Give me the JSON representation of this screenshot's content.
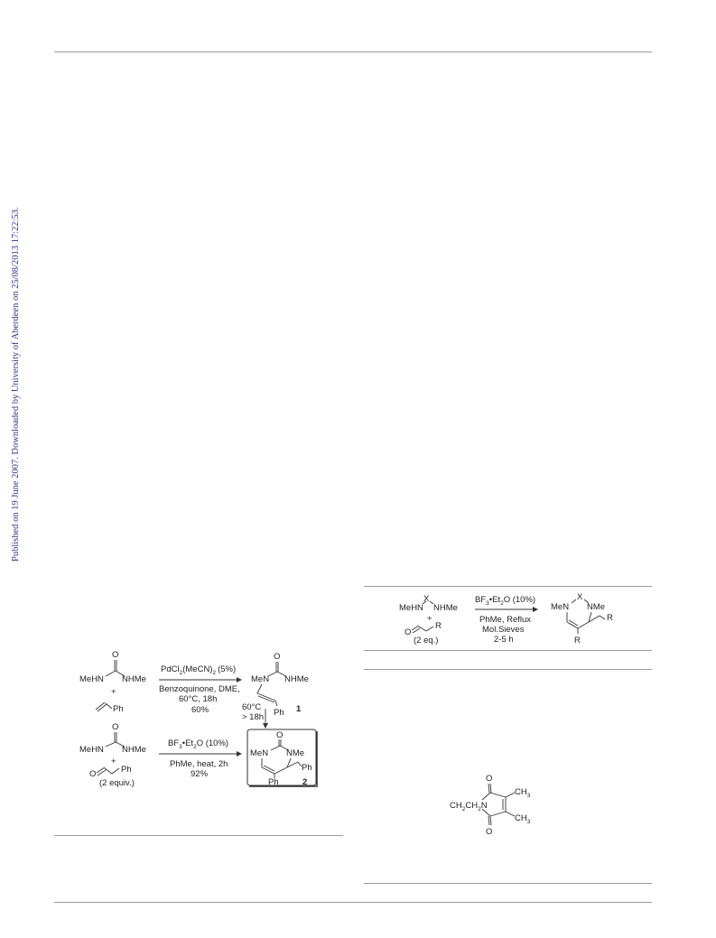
{
  "sidebar": {
    "text": "Published on 19 June 2007. Downloaded by University of Aberdeen on 25/08/2013 17:22:53.",
    "color": "#2d3a8c"
  },
  "scheme_left": {
    "top_reaction": {
      "reactant_urea": {
        "left_group": "MeHN",
        "carbonyl_o": "O",
        "right_group": "NHMe"
      },
      "plus": "+",
      "styrene_ph": "Ph",
      "catalyst": "PdCl",
      "catalyst_sub": "2",
      "catalyst_ligand": "(MeCN)",
      "catalyst_ligand_sub": "2",
      "catalyst_loading": "(5%)",
      "cond_line1": "Benzoquinone, DME,",
      "cond_line2": "60°C, 18h",
      "yield": "60%",
      "product": {
        "left_group": "MeN",
        "carbonyl_o": "O",
        "right_group": "NHMe",
        "ph": "Ph",
        "label": "1"
      }
    },
    "down_arrow": {
      "line1": "60°C",
      "line2": "> 18h"
    },
    "bottom_reaction": {
      "reactant_urea": {
        "left_group": "MeHN",
        "carbonyl_o": "O",
        "right_group": "NHMe"
      },
      "plus": "+",
      "aldehyde_o": "O",
      "aldehyde_ph": "Ph",
      "equiv": "(2 equiv.)",
      "catalyst": "BF",
      "catalyst_sub": "3",
      "catalyst_rest": "•Et",
      "catalyst_rest_sub": "2",
      "catalyst_tail": "O (10%)",
      "cond_line1": "PhMe, heat, 2h",
      "yield": "92%",
      "product": {
        "left_group": "MeN",
        "carbonyl_o": "O",
        "right_group": "NMe",
        "ph_side": "Ph",
        "ph_bottom": "Ph",
        "label": "2"
      }
    }
  },
  "scheme_right": {
    "reactant": {
      "left_group": "MeHN",
      "x": "X",
      "right_group": "NHMe",
      "plus": "+",
      "aldehyde_o": "O",
      "r": "R",
      "equiv": "(2 eq.)"
    },
    "catalyst": "BF",
    "catalyst_sub": "3",
    "catalyst_rest": "•Et",
    "catalyst_rest_sub": "2",
    "catalyst_tail": "O (10%)",
    "cond_line1": "PhMe, Reflux",
    "cond_line2": "Mol.Sieves",
    "cond_line3": "2-5 h",
    "product": {
      "left_group": "MeN",
      "x": "X",
      "right_group": "NMe",
      "r_side": "R",
      "r_bottom": "R"
    }
  },
  "maleimide": {
    "o_top": "O",
    "o_bottom": "O",
    "n_substituent": "CH",
    "n_sub_2": "2",
    "n_substituent_2": "CH",
    "n_sub_2b": "2",
    "n_atom": "N",
    "ch3_top": "CH",
    "ch3_top_sub": "3",
    "ch3_bottom": "CH",
    "ch3_bottom_sub": "3"
  }
}
